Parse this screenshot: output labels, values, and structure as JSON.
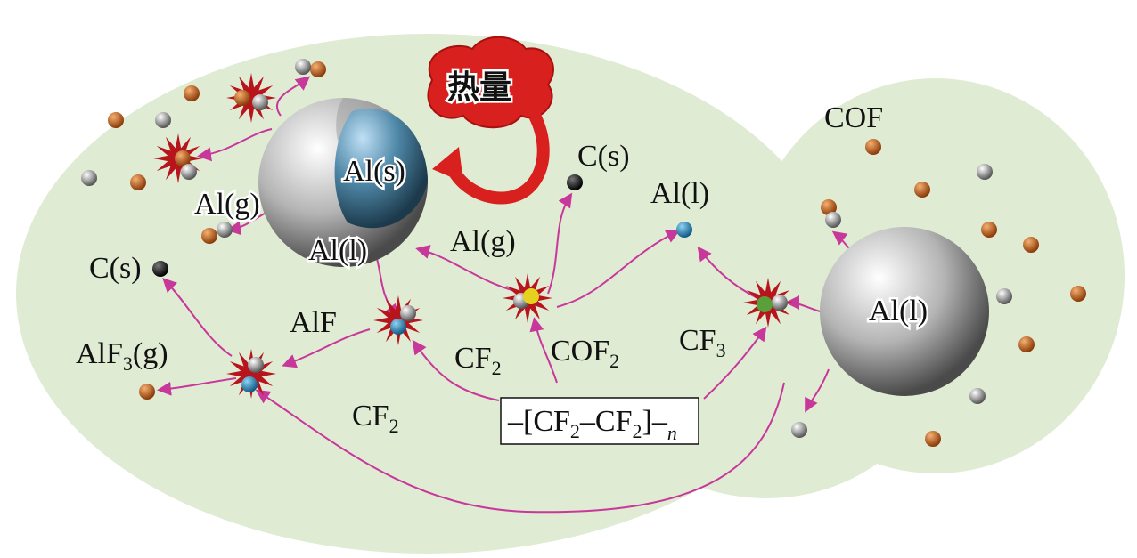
{
  "heat_label": "热量",
  "labels": {
    "al_s": "Al(s)",
    "al_g_left": "Al(g)",
    "al_l_shell": "Al(l)",
    "al_g_center": "Al(g)",
    "c_s_top": "C(s)",
    "al_l_top": "Al(l)",
    "cof": "COF",
    "al_l_right": "Al(l)",
    "c_s_left": "C(s)",
    "alf": "AlF",
    "alf3": "AlF",
    "alf3_sub": "3",
    "alf3_end": "(g)",
    "cf2_a": "CF",
    "cf2_a_sub": "2",
    "cof2": "COF",
    "cof2_sub": "2",
    "cf3": "CF",
    "cf3_sub": "3",
    "cf2_b": "CF",
    "cf2_b_sub": "2"
  },
  "polymer": {
    "p1": "–[CF",
    "s1": "2",
    "p2": "–CF",
    "s2": "2",
    "p3": "]–",
    "n": "n"
  },
  "colors": {
    "background": "#dfebd3",
    "arrow": "#c8379a",
    "explosion": "#b8141c",
    "orange": "#c4601c",
    "grey": "#8a8a8a",
    "blue": "#2a86b8"
  }
}
